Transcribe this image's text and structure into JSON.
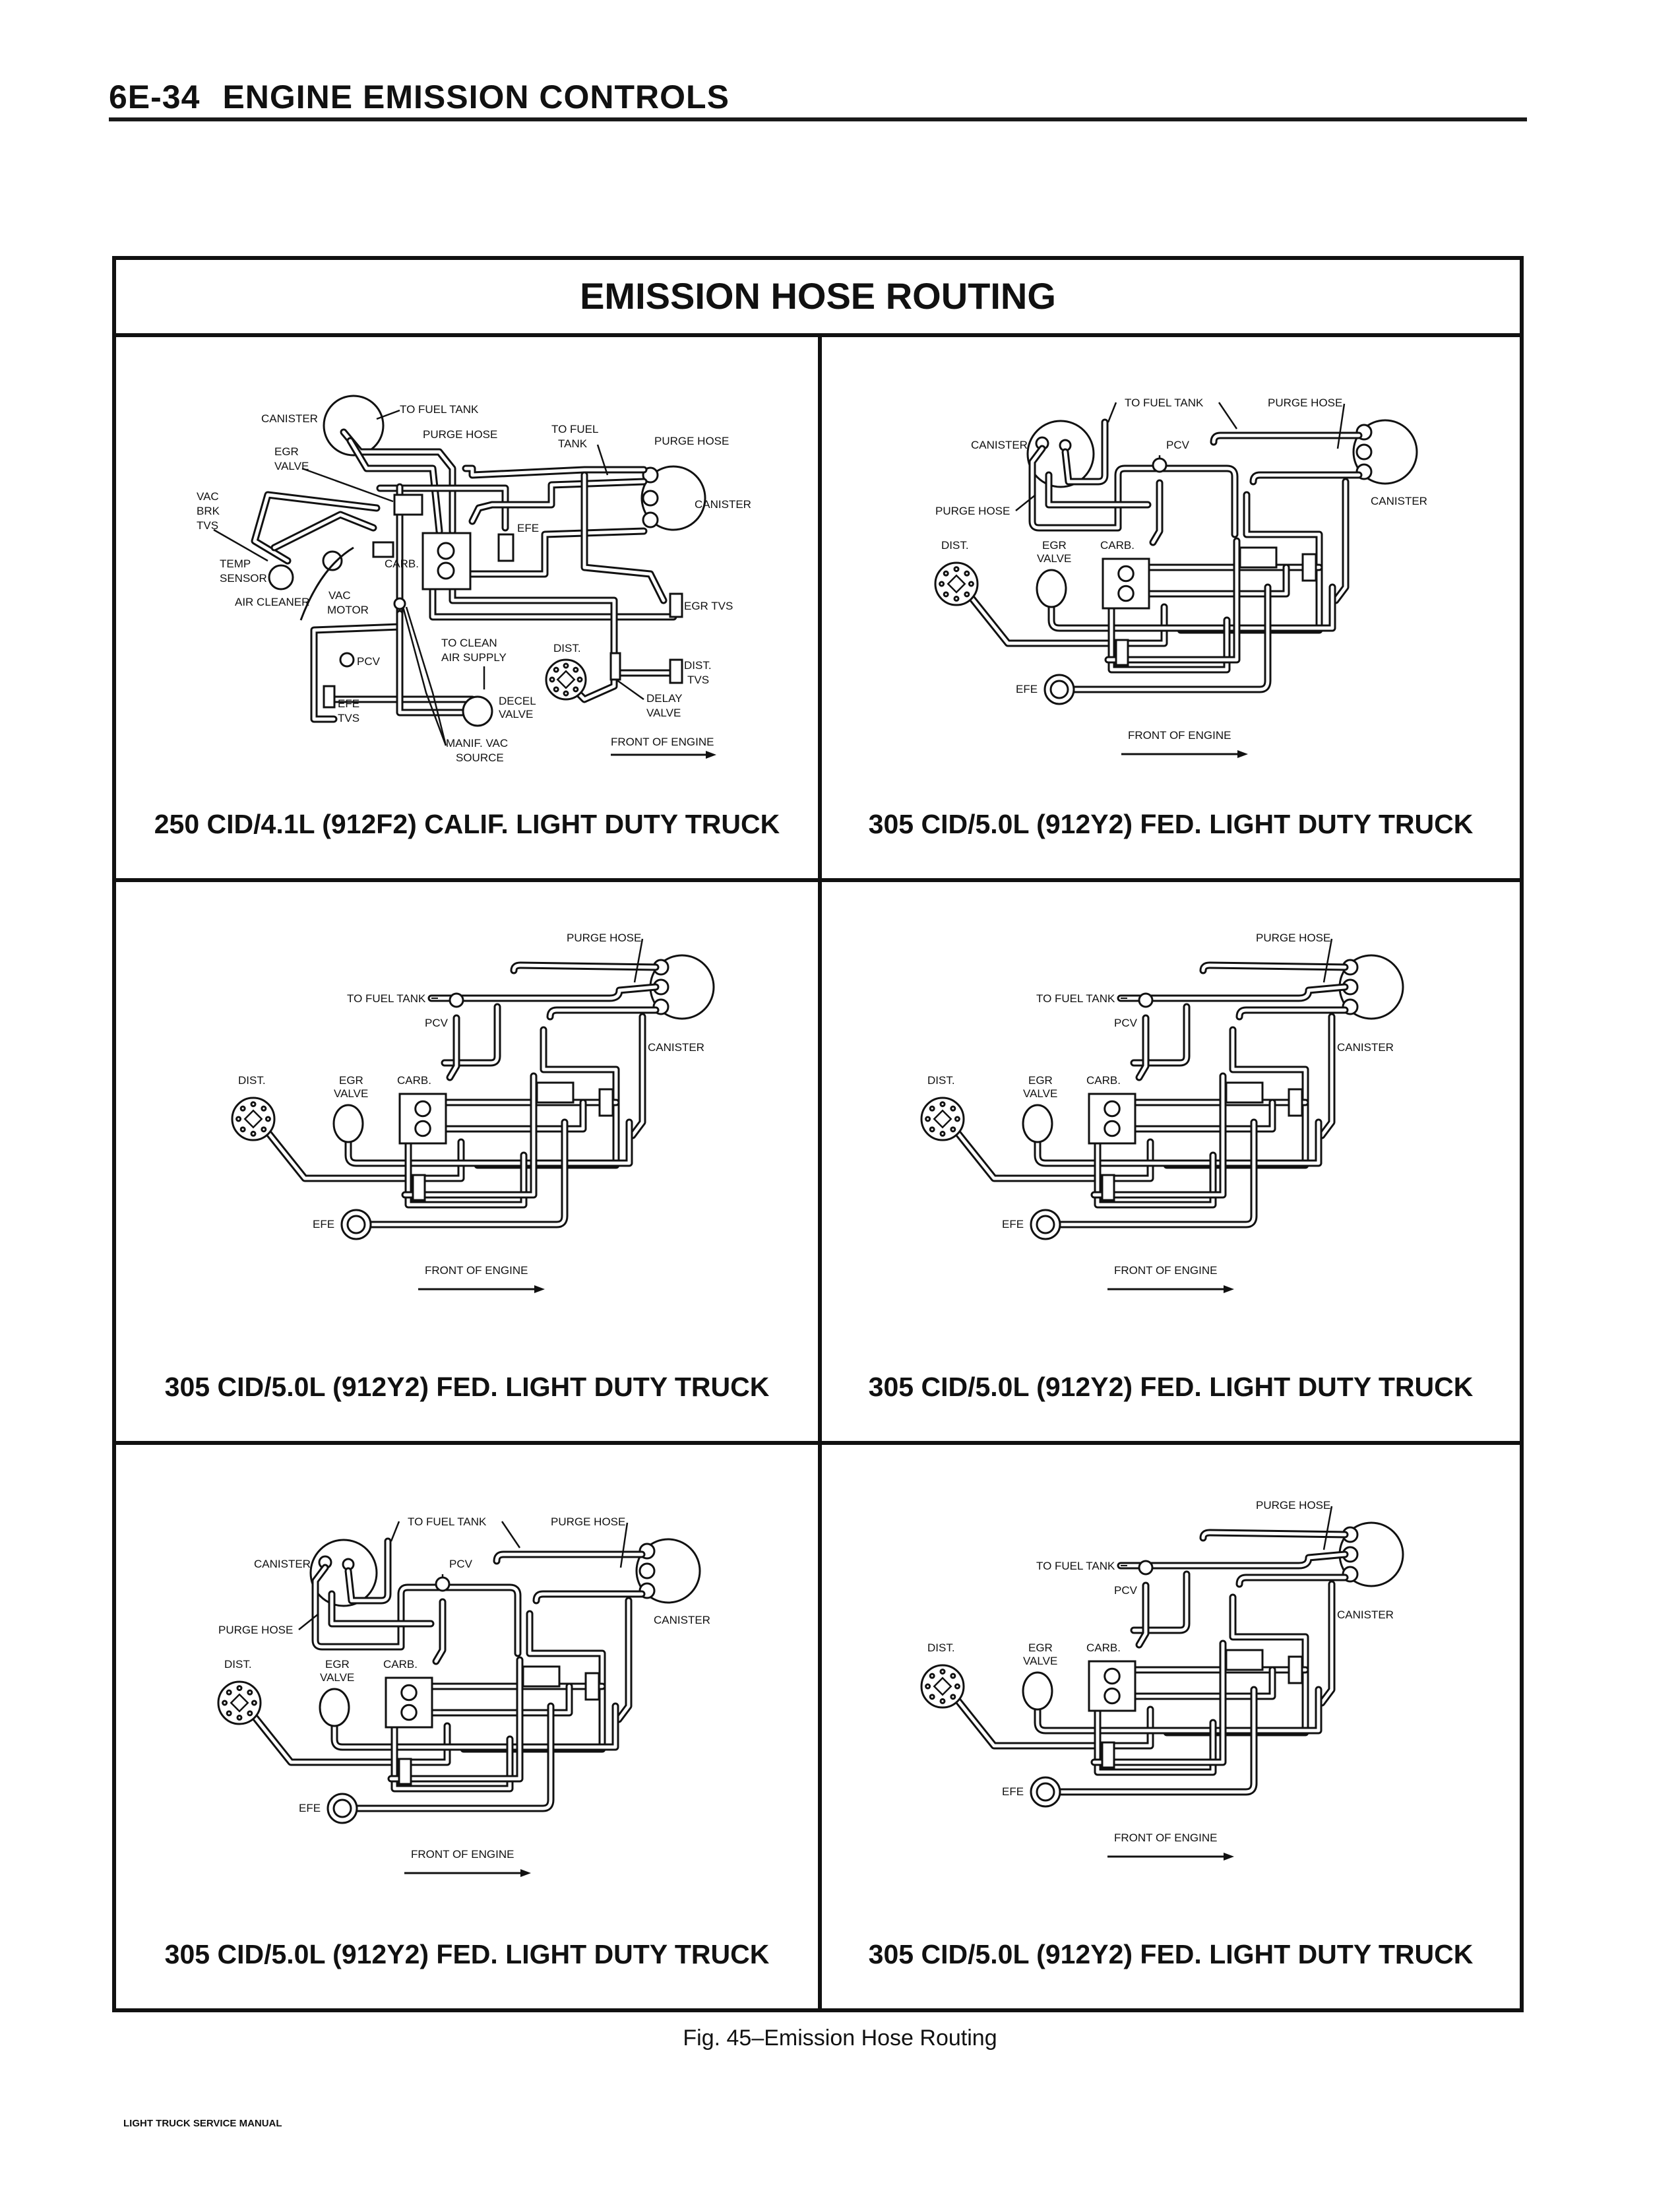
{
  "header": {
    "page_number": "6E-34",
    "section_title": "ENGINE EMISSION CONTROLS"
  },
  "figure": {
    "title": "EMISSION HOSE ROUTING",
    "caption": "Fig. 45–Emission Hose Routing"
  },
  "panels": [
    {
      "caption": "250 CID/4.1L (912F2) CALIF. LIGHT DUTY TRUCK",
      "variant": "calif",
      "labels": [
        "CANISTER",
        "TO FUEL TANK",
        "PURGE HOSE",
        "EGR",
        "VALVE",
        "TO FUEL",
        "TANK",
        "PURGE HOSE",
        "CANISTER",
        "VAC",
        "BRK",
        "TVS",
        "EFE",
        "TEMP",
        "SENSOR",
        "CARB.",
        "AIR CLEANER",
        "VAC",
        "MOTOR",
        "EGR TVS",
        "TO CLEAN",
        "AIR SUPPLY",
        "DIST.",
        "PCV",
        "DIST.",
        "TVS",
        "EFE",
        "TVS",
        "DECEL",
        "VALVE",
        "DELAY",
        "VALVE",
        "MANIF. VAC",
        "SOURCE",
        "FRONT OF ENGINE"
      ]
    },
    {
      "caption": "305 CID/5.0L (912Y2) FED. LIGHT DUTY TRUCK",
      "variant": "A",
      "labels": [
        "TO FUEL TANK",
        "PURGE HOSE",
        "CANISTER",
        "PCV",
        "PURGE HOSE",
        "CANISTER",
        "DIST.",
        "EGR",
        "VALVE",
        "CARB.",
        "EFE",
        "FRONT OF ENGINE"
      ]
    },
    {
      "caption": "305 CID/5.0L (912Y2) FED. LIGHT DUTY TRUCK",
      "variant": "B",
      "labels": [
        "PURGE HOSE",
        "TO FUEL TANK",
        "PCV",
        "CANISTER",
        "DIST.",
        "EGR",
        "VALVE",
        "CARB.",
        "EFE",
        "FRONT OF ENGINE"
      ]
    },
    {
      "caption": "305 CID/5.0L (912Y2) FED. LIGHT DUTY TRUCK",
      "variant": "B",
      "labels": [
        "PURGE HOSE",
        "TO FUEL TANK",
        "PCV",
        "CANISTER",
        "DIST.",
        "EGR",
        "VALVE",
        "CARB.",
        "EFE",
        "FRONT OF ENGINE"
      ]
    },
    {
      "caption": "305 CID/5.0L (912Y2) FED. LIGHT DUTY TRUCK",
      "variant": "A",
      "labels": [
        "TO FUEL TANK",
        "PURGE HOSE",
        "CANISTER",
        "PCV",
        "PURGE HOSE",
        "CANISTER",
        "DIST.",
        "EGR",
        "VALVE",
        "CARB.",
        "EFE",
        "FRONT OF ENGINE"
      ]
    },
    {
      "caption": "305 CID/5.0L (912Y2) FED. LIGHT DUTY TRUCK",
      "variant": "B",
      "labels": [
        "PURGE HOSE",
        "TO FUEL TANK",
        "PCV",
        "CANISTER",
        "DIST.",
        "EGR",
        "VALVE",
        "CARB.",
        "EFE",
        "FRONT OF ENGINE"
      ]
    }
  ],
  "footer": {
    "manual": "LIGHT TRUCK SERVICE MANUAL"
  }
}
